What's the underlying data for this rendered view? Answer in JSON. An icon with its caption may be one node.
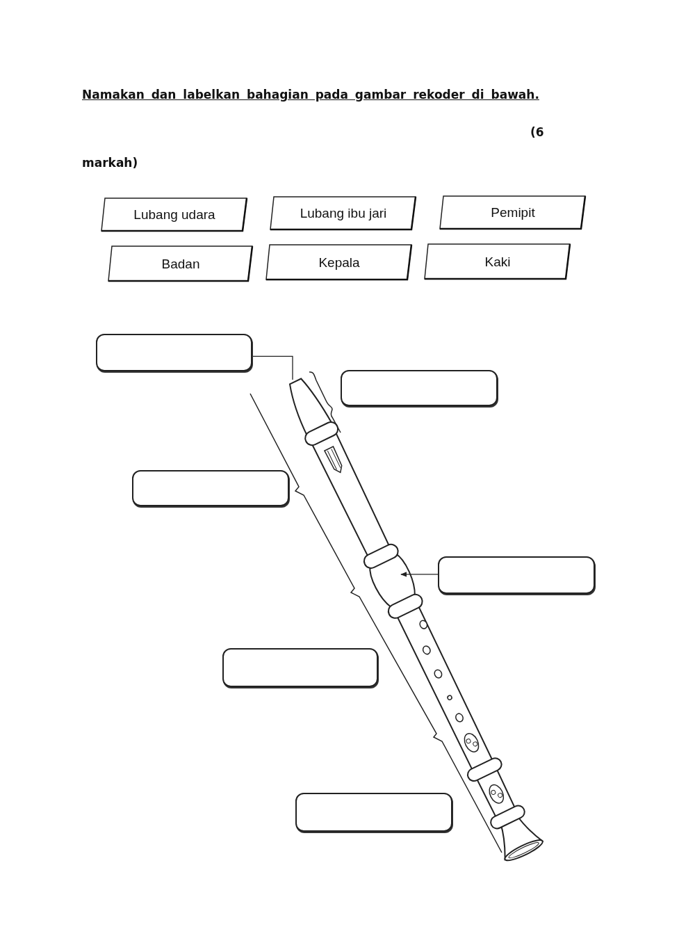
{
  "diagram": {
    "title": "Namakan dan labelkan bahagian pada gambar rekoder di bawah.",
    "nodes": [
      {
        "text": [
          "Lubang udara"
        ]
      },
      {
        "text": [
          "Lubang ibu jari"
        ]
      },
      {
        "text": [
          "Pemipit"
        ]
      },
      {
        "text": [
          "Badan"
        ]
      },
      {
        "text": [
          "Kepala"
        ]
      },
      {
        "text": [
          "Kaki"
        ]
      },
      {
        "text": [],
        "shape": "box"
      },
      {
        "text": [],
        "shape": "box"
      },
      {
        "text": [],
        "shape": "box"
      },
      {
        "text": [],
        "shape": "box"
      },
      {
        "text": [],
        "shape": "box"
      },
      {
        "text": [],
        "shape": "box"
      }
    ],
    "edges": [
      {
        "from": 6,
        "to": null,
        "arrow": "none"
      },
      {
        "from": 9,
        "to": null,
        "arrow": "to"
      }
    ],
    "labels": [
      "(6 markah)"
    ]
  }
}
